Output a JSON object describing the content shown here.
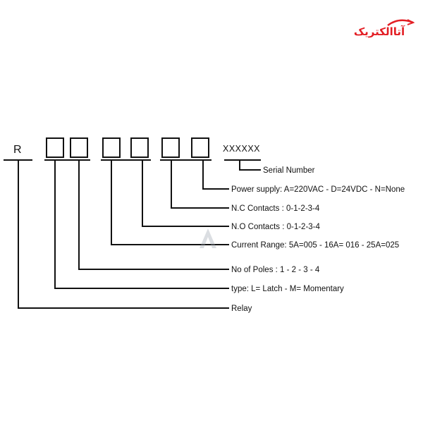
{
  "brand": {
    "logo_text": "آتاالکتریک",
    "logo_color": "#e31e24"
  },
  "diagram": {
    "prefix": "R",
    "serial_placeholder": "XXXXXX",
    "labels": {
      "serial": "Serial Number",
      "power": "Power supply: A=220VAC - D=24VDC - N=None",
      "nc": "N.C Contacts : 0-1-2-3-4",
      "no": "N.O Contacts : 0-1-2-3-4",
      "current": "Current Range: 5A=005 - 16A= 016 - 25A=025",
      "poles": "No of Poles : 1 - 2 - 3 - 4",
      "type": "type: L= Latch - M= Momentary",
      "relay": "Relay"
    }
  }
}
